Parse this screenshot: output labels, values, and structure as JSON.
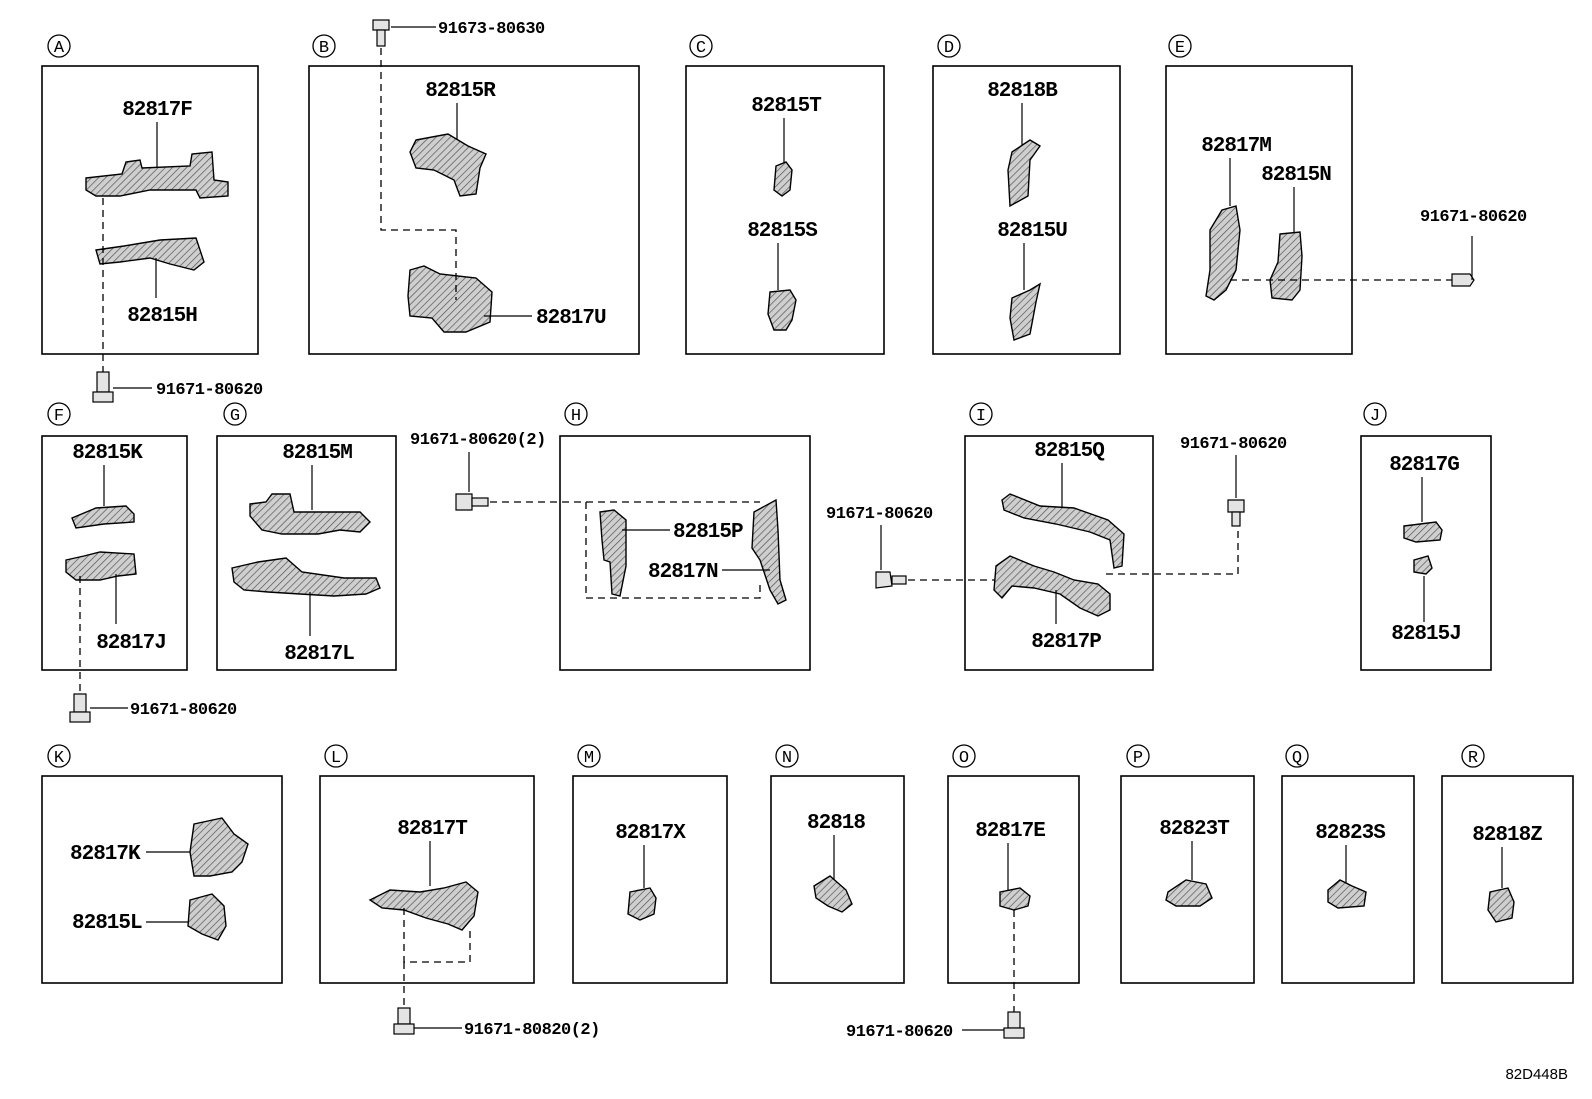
{
  "sections": [
    {
      "letter": "A",
      "parts": [
        "82817F",
        "82815H"
      ]
    },
    {
      "letter": "B",
      "parts": [
        "82815R",
        "82817U"
      ]
    },
    {
      "letter": "C",
      "parts": [
        "82815T",
        "82815S"
      ]
    },
    {
      "letter": "D",
      "parts": [
        "82818B",
        "82815U"
      ]
    },
    {
      "letter": "E",
      "parts": [
        "82817M",
        "82815N"
      ]
    },
    {
      "letter": "F",
      "parts": [
        "82815K",
        "82817J"
      ]
    },
    {
      "letter": "G",
      "parts": [
        "82815M",
        "82817L"
      ]
    },
    {
      "letter": "H",
      "parts": [
        "82815P",
        "82817N"
      ]
    },
    {
      "letter": "I",
      "parts": [
        "82815Q",
        "82817P"
      ]
    },
    {
      "letter": "J",
      "parts": [
        "82817G",
        "82815J"
      ]
    },
    {
      "letter": "K",
      "parts": [
        "82817K",
        "82815L"
      ]
    },
    {
      "letter": "L",
      "parts": [
        "82817T"
      ]
    },
    {
      "letter": "M",
      "parts": [
        "82817X"
      ]
    },
    {
      "letter": "N",
      "parts": [
        "82818"
      ]
    },
    {
      "letter": "O",
      "parts": [
        "82817E"
      ]
    },
    {
      "letter": "P",
      "parts": [
        "82823T"
      ]
    },
    {
      "letter": "Q",
      "parts": [
        "82823S"
      ]
    },
    {
      "letter": "R",
      "parts": [
        "82818Z"
      ]
    }
  ],
  "bolts": [
    "91673-80630",
    "91671-80620",
    "91671-80620",
    "91671-80620",
    "91671-80620(2)",
    "91671-80620",
    "91671-80620",
    "91671-80820(2)",
    "91671-80620"
  ],
  "reference_code": "82D448B"
}
